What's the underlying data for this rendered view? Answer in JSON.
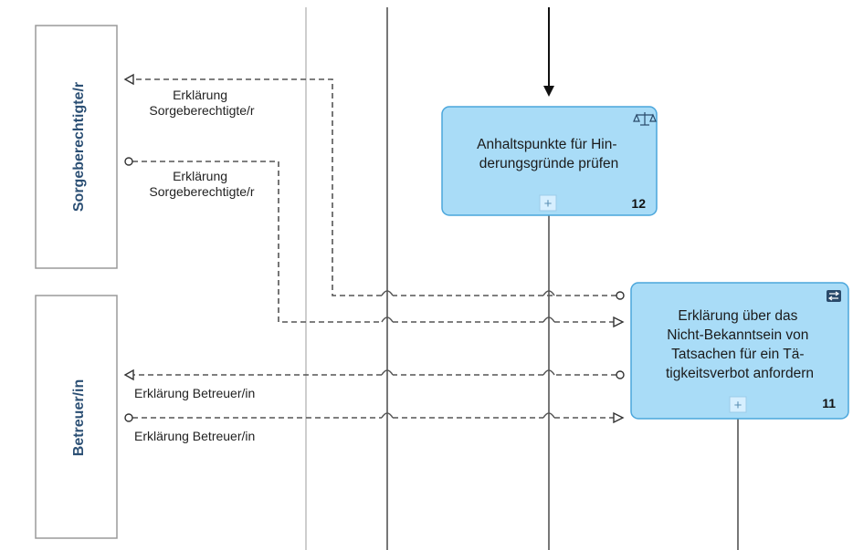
{
  "pools": [
    {
      "label": "Sorgeberechtigte/r"
    },
    {
      "label": "Betreuer/in"
    }
  ],
  "tasks": [
    {
      "lines": [
        "Anhaltspunkte für Hin-",
        "derungsgründe prüfen"
      ],
      "number": "12",
      "icon": "scale-icon",
      "marker": "+"
    },
    {
      "lines": [
        "Erklärung über das",
        "Nicht-Bekanntsein von",
        "Tatsachen für ein Tä-",
        "tigkeitsverbot anfordern"
      ],
      "number": "11",
      "icon": "exchange-icon",
      "marker": "+"
    }
  ],
  "messages": [
    {
      "label_lines": [
        "Erklärung",
        "Sorgeberechtigte/r"
      ]
    },
    {
      "label_lines": [
        "Erklärung",
        "Sorgeberechtigte/r"
      ]
    },
    {
      "label_lines": [
        "Erklärung Betreuer/in"
      ]
    },
    {
      "label_lines": [
        "Erklärung Betreuer/in"
      ]
    }
  ],
  "colors": {
    "task_fill": "#a9dcf7",
    "task_stroke": "#4aa6dc",
    "pool_stroke": "#9a9a9a",
    "pool_text": "#2b4f74"
  }
}
